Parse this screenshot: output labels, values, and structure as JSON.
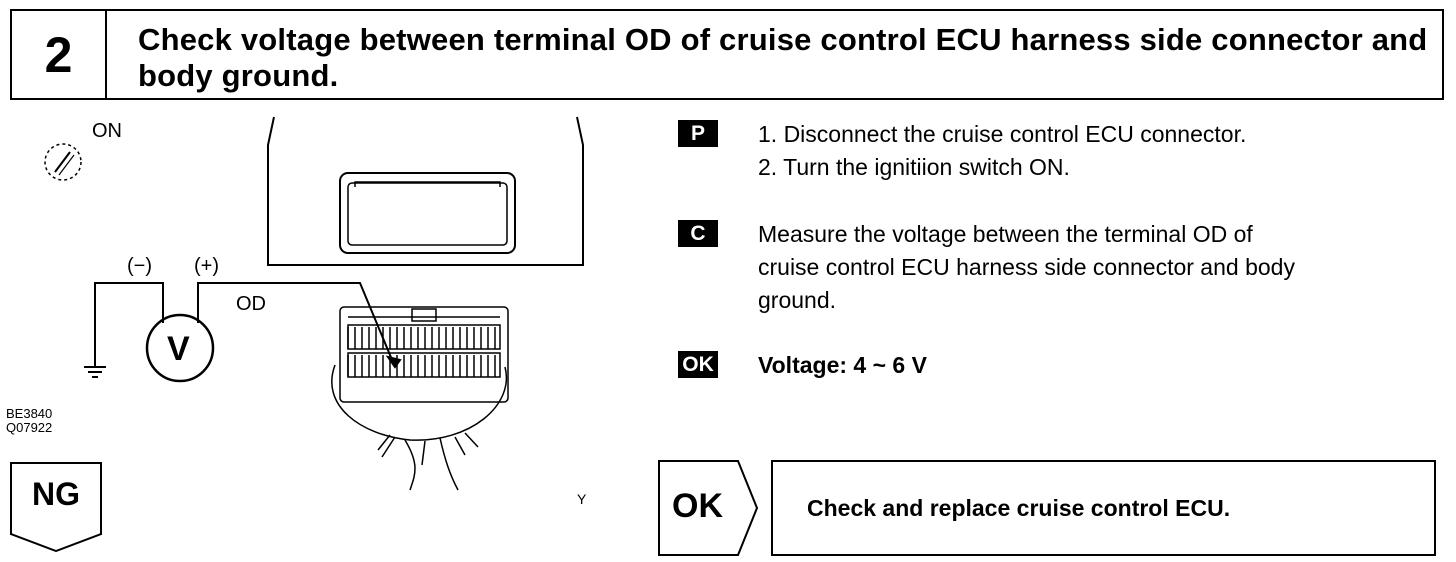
{
  "header": {
    "step_number": "2",
    "title": "Check voltage between terminal OD of cruise control ECU harness side connector and body ground."
  },
  "diagram": {
    "ignition_label": "ON",
    "minus_label": "(−)",
    "plus_label": "(+)",
    "terminal_label": "OD",
    "meter_label": "V",
    "figure_code_1": "BE3840",
    "figure_code_2": "Q07922",
    "corner_mark": "Y"
  },
  "instructions": {
    "prep": {
      "badge": "P",
      "step1": "1.  Disconnect the cruise control ECU connector.",
      "step2": "2.  Turn the ignitiion switch ON."
    },
    "check": {
      "badge": "C",
      "line1": "Measure the voltage between the terminal OD of",
      "line2": "cruise control ECU harness side connector and body",
      "line3": "ground."
    },
    "ok_spec": {
      "badge": "OK",
      "text": "Voltage: 4 ~ 6 V"
    }
  },
  "results": {
    "ng_label": "NG",
    "ok_label": "OK",
    "ok_action": "Check and replace cruise control ECU."
  }
}
